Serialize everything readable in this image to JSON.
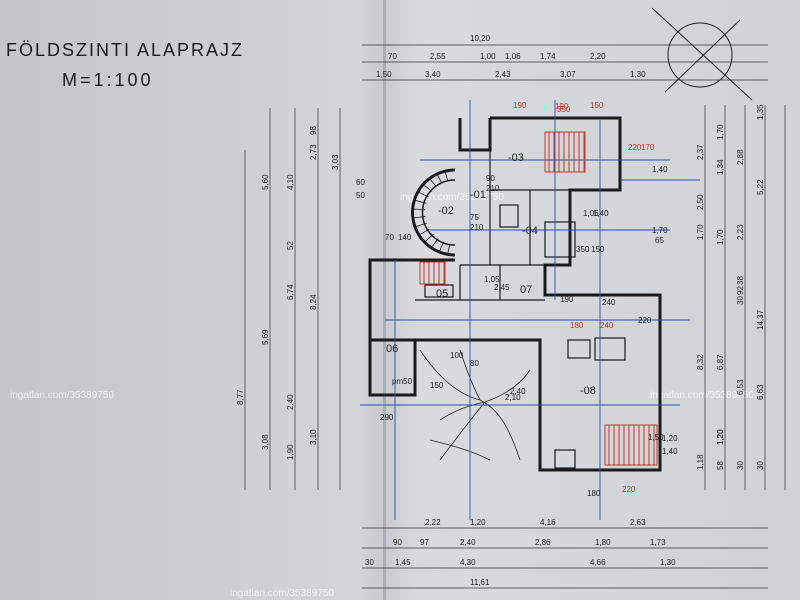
{
  "title": "FÖLDSZINTI ALAPRAJZ",
  "scale": "M=1:100",
  "watermark": "ingatlan.com/35389750",
  "colors": {
    "ink": "#222222",
    "pen_blue": "#2b4fb0",
    "pen_red": "#c0392b",
    "paper": "#cfd2d6"
  },
  "top_dims": {
    "total": "10,20",
    "row1": [
      "70",
      "2,55",
      "1,00",
      "1,06",
      "1,74",
      "2,20"
    ],
    "row2": [
      "1,50",
      "3,40",
      "2,43",
      "3,07",
      "1,30"
    ]
  },
  "bottom_dims": {
    "row1": [
      "2,22",
      "1,20",
      "4,16",
      "2,63"
    ],
    "row2": [
      "90",
      "97",
      "2,40",
      "2,86",
      "1,80",
      "1,73"
    ],
    "row3": [
      "30",
      "1,45",
      "4,30",
      "4,66",
      "1,30"
    ],
    "total": "11,61"
  },
  "left_dims": {
    "col_outer": [
      "8,77"
    ],
    "col_a": [
      "5,60",
      "5,69",
      "3,08"
    ],
    "col_b": [
      "4,10",
      "52",
      "6,74",
      "2,40",
      "1,90"
    ],
    "col_c": [
      "98",
      "2,73",
      "8,24",
      "3,10"
    ],
    "col_d": [
      "3,03",
      "60",
      "50"
    ]
  },
  "right_dims": {
    "col_a": [
      "2,37",
      "2,50",
      "1,70",
      "8,32",
      "1,18"
    ],
    "col_b": [
      "1,70",
      "1,34",
      "1,70",
      "6,87",
      "1,20",
      "58",
      "1,20"
    ],
    "col_c": [
      "2,88",
      "2,23",
      "30",
      "6,53",
      "30",
      "92",
      "38"
    ],
    "col_d": [
      "1,35",
      "5,22",
      "14,37",
      "6,63",
      "30"
    ],
    "inner": [
      "1,40",
      "1,70",
      "65",
      "1,20",
      "1,40"
    ]
  },
  "rooms": [
    "-01",
    "-02",
    "-03",
    "-04",
    "05",
    "06",
    "07",
    "-08"
  ],
  "plan_labels": [
    "90",
    "210",
    "75",
    "210",
    "1,06",
    "1,40",
    "70",
    "140",
    "1,05",
    "2,45",
    "pm50",
    "150",
    "2,40",
    "2,10",
    "100",
    "80",
    "190",
    "350",
    "150",
    "240",
    "220",
    "180",
    "290",
    "1,50"
  ],
  "hand_notes": [
    "350",
    "190",
    "190",
    "150",
    "220",
    "170",
    "240",
    "220",
    "180"
  ]
}
